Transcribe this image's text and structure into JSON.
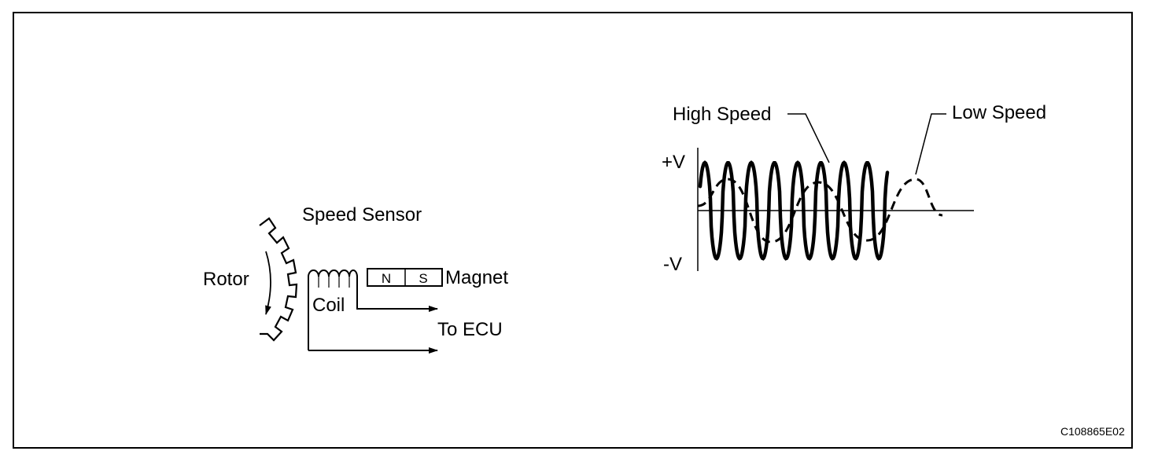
{
  "figure_id": "C108865E02",
  "sensor": {
    "title": "Speed Sensor",
    "rotor": "Rotor",
    "coil": "Coil",
    "magnet": "Magnet",
    "magnet_n": "N",
    "magnet_s": "S",
    "output": "To ECU"
  },
  "waveform": {
    "high_speed": "High Speed",
    "low_speed": "Low Speed",
    "plus_v": "+V",
    "minus_v": "-V"
  }
}
